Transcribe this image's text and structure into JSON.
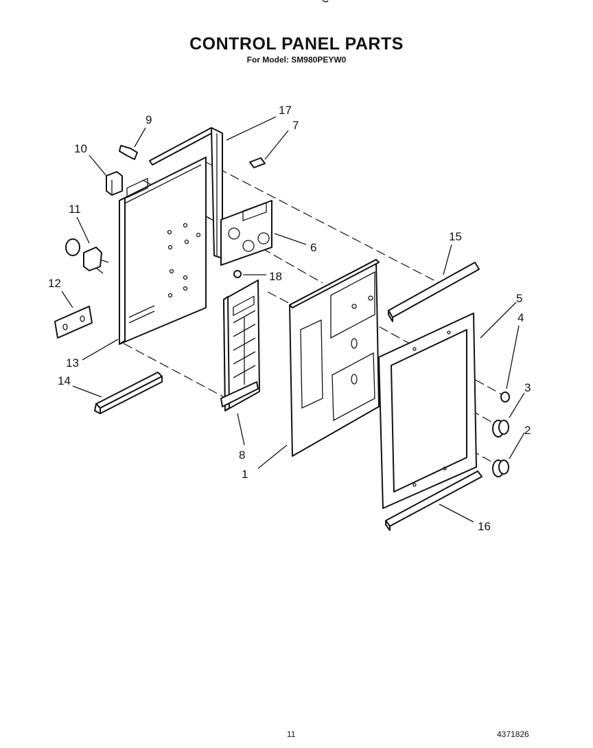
{
  "header": {
    "title": "CONTROL PANEL PARTS",
    "subtitle": "For Model: SM980PEYW0"
  },
  "footer": {
    "page_number": "11",
    "doc_number": "4371826"
  },
  "callouts": [
    {
      "id": "1",
      "label": "1"
    },
    {
      "id": "2",
      "label": "2"
    },
    {
      "id": "3",
      "label": "3"
    },
    {
      "id": "4",
      "label": "4"
    },
    {
      "id": "5",
      "label": "5"
    },
    {
      "id": "6",
      "label": "6"
    },
    {
      "id": "7",
      "label": "7"
    },
    {
      "id": "8",
      "label": "8"
    },
    {
      "id": "9",
      "label": "9"
    },
    {
      "id": "10",
      "label": "10"
    },
    {
      "id": "11",
      "label": "11"
    },
    {
      "id": "12",
      "label": "12"
    },
    {
      "id": "13",
      "label": "13"
    },
    {
      "id": "14",
      "label": "14"
    },
    {
      "id": "15",
      "label": "15"
    },
    {
      "id": "16",
      "label": "16"
    },
    {
      "id": "17",
      "label": "17"
    },
    {
      "id": "18",
      "label": "18"
    }
  ]
}
